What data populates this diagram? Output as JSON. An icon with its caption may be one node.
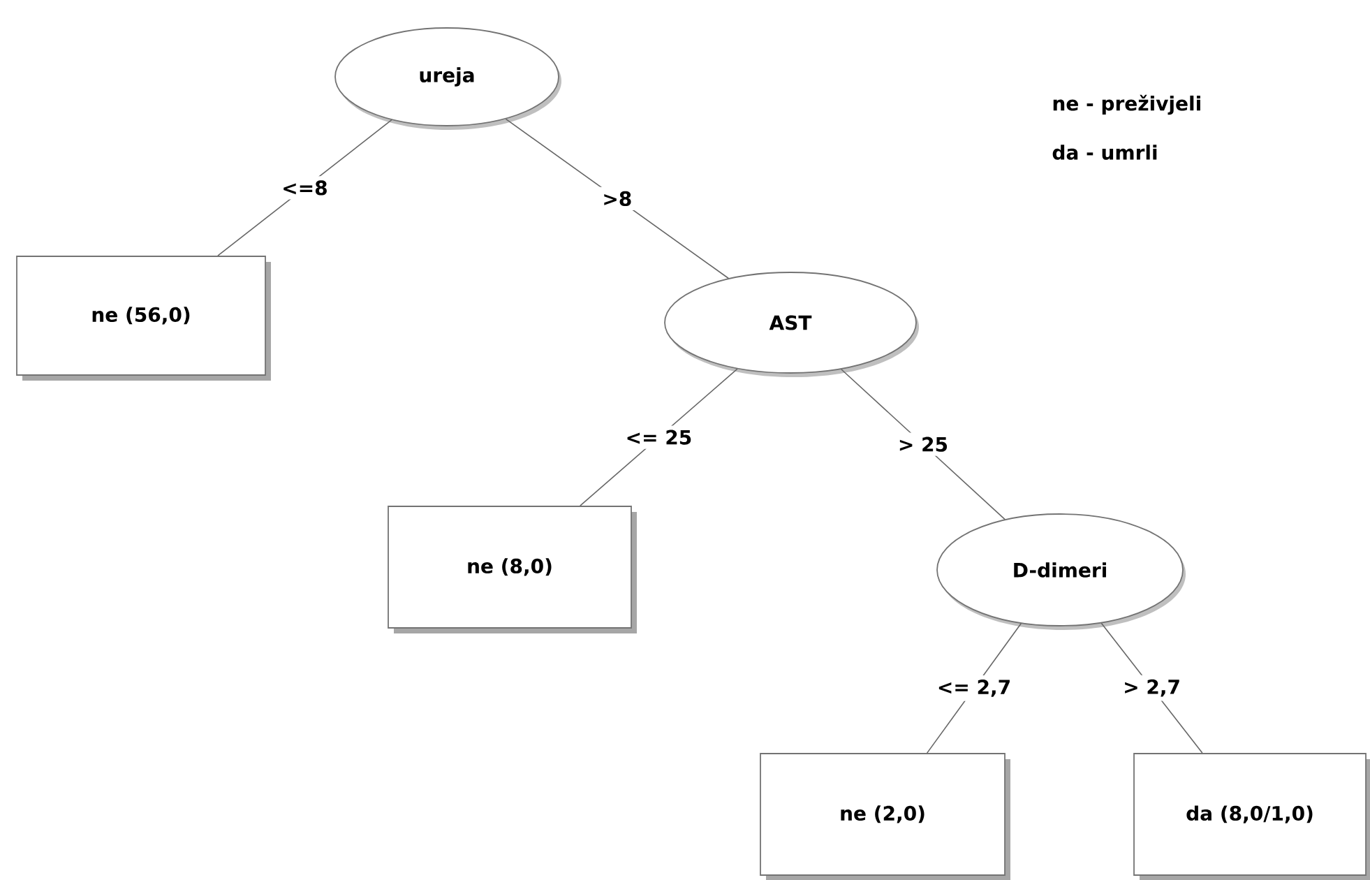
{
  "diagram": {
    "nodes": [
      {
        "text": [
          "ureja"
        ]
      },
      {
        "text": [
          "ne (56,0)"
        ]
      },
      {
        "text": [
          "AST"
        ]
      },
      {
        "text": [
          "ne (8,0)"
        ]
      },
      {
        "text": [
          "D-dimeri"
        ]
      },
      {
        "text": [
          "ne (2,0)"
        ]
      },
      {
        "text": [
          "da (8,0/1,0)"
        ]
      }
    ],
    "edges": [
      {
        "from": 0,
        "to": 1,
        "arrow": "none",
        "label": "<=8"
      },
      {
        "from": 0,
        "to": 2,
        "arrow": "none",
        "label": ">8"
      },
      {
        "from": 2,
        "to": 3,
        "arrow": "none",
        "label": "<= 25"
      },
      {
        "from": 2,
        "to": 4,
        "arrow": "none",
        "label": "> 25"
      },
      {
        "from": 4,
        "to": 5,
        "arrow": "none",
        "label": "<= 2,7"
      },
      {
        "from": 4,
        "to": 6,
        "arrow": "none",
        "label": "> 2,7"
      }
    ],
    "labels": [
      "ne - preživjeli",
      "da - umrli"
    ]
  }
}
